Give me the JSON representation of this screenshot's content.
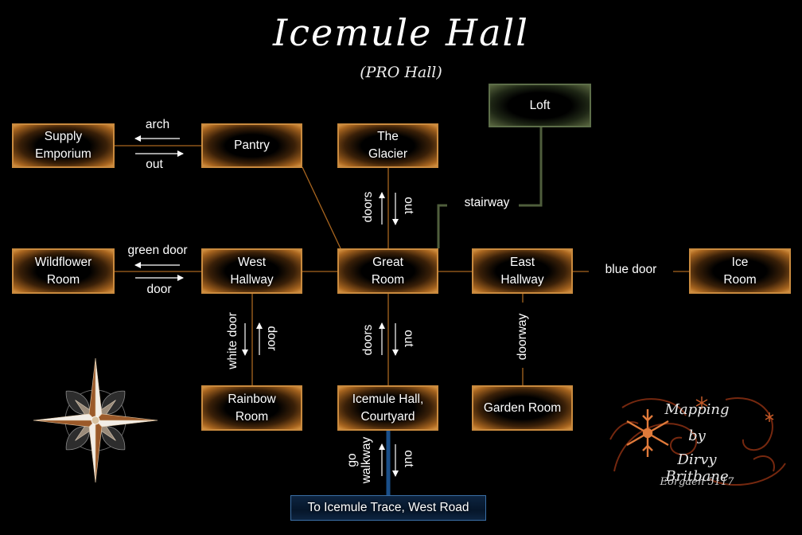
{
  "title": "Icemule Hall",
  "subtitle": "(PRO Hall)",
  "rooms": {
    "supply": "Supply\nEmporium",
    "pantry": "Pantry",
    "glacier": "The\nGlacier",
    "loft": "Loft",
    "wildflower": "Wildflower\nRoom",
    "west": "West\nHallway",
    "great": "Great\nRoom",
    "east": "East\nHallway",
    "ice": "Ice\nRoom",
    "rainbow": "Rainbow\nRoom",
    "courtyard": "Icemule Hall,\nCourtyard",
    "garden": "Garden Room",
    "exit": "To Icemule Trace, West Road"
  },
  "labels": {
    "arch": "arch",
    "out_pantry": "out",
    "green_door": "green door",
    "door_wild": "door",
    "stairway": "stairway",
    "blue_door": "blue door",
    "doors_glacier": "doors",
    "out_glacier": "out",
    "white_door": "white door",
    "door_rainbow": "door",
    "doors_court": "doors",
    "out_court": "out",
    "doorway": "doorway",
    "go_walkway": "go\nwalkway",
    "out_exit": "out"
  },
  "credit": {
    "line1": "Mapping",
    "line2": "by",
    "line3": "Dirvy Britbane",
    "line4": "Eorgaen 5117"
  },
  "colors": {
    "room_border": "#c98a3e",
    "connector": "#a8651f",
    "loft_connector": "#4f5e3c",
    "exit_connector": "#1a4f8a"
  },
  "icons": {
    "compass": "compass-rose-icon",
    "snowflake": "snowflake-swirl-icon"
  }
}
